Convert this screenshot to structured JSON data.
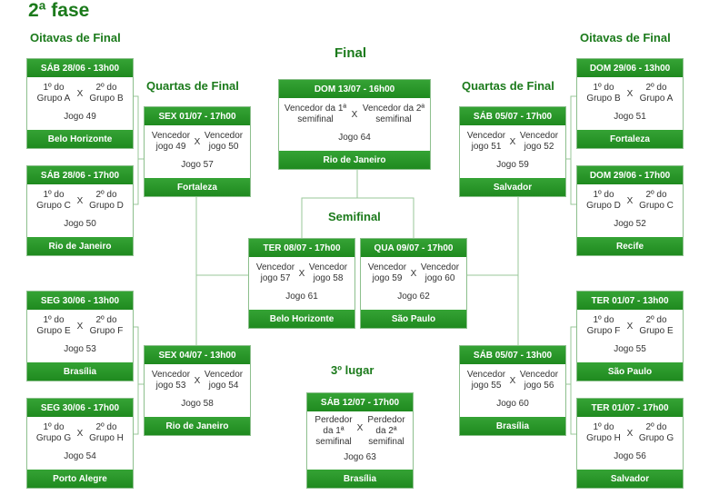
{
  "title": "2ª fase",
  "sections": {
    "oitavas_left": "Oitavas de Final",
    "oitavas_right": "Oitavas de Final",
    "quartas_left": "Quartas de Final",
    "quartas_right": "Quartas de Final",
    "final": "Final",
    "semifinal": "Semifinal",
    "terceiro": "3º lugar"
  },
  "matches": {
    "j49": {
      "date": "SÁB 28/06 - 13h00",
      "team_a": "1º do\nGrupo A",
      "vs": "X",
      "team_b": "2º do\nGrupo B",
      "game": "Jogo 49",
      "venue": "Belo Horizonte"
    },
    "j50": {
      "date": "SÁB 28/06 - 17h00",
      "team_a": "1º do\nGrupo C",
      "vs": "X",
      "team_b": "2º do\nGrupo D",
      "game": "Jogo 50",
      "venue": "Rio de Janeiro"
    },
    "j53": {
      "date": "SEG 30/06 - 13h00",
      "team_a": "1º do\nGrupo E",
      "vs": "X",
      "team_b": "2º do\nGrupo F",
      "game": "Jogo 53",
      "venue": "Brasília"
    },
    "j54": {
      "date": "SEG 30/06 - 17h00",
      "team_a": "1º do\nGrupo G",
      "vs": "X",
      "team_b": "2º do\nGrupo H",
      "game": "Jogo 54",
      "venue": "Porto Alegre"
    },
    "j51": {
      "date": "DOM 29/06 - 13h00",
      "team_a": "1º do\nGrupo B",
      "vs": "X",
      "team_b": "2º do\nGrupo A",
      "game": "Jogo 51",
      "venue": "Fortaleza"
    },
    "j52": {
      "date": "DOM 29/06 - 17h00",
      "team_a": "1º do\nGrupo D",
      "vs": "X",
      "team_b": "2º do\nGrupo C",
      "game": "Jogo 52",
      "venue": "Recife"
    },
    "j55": {
      "date": "TER 01/07 - 13h00",
      "team_a": "1º do\nGrupo F",
      "vs": "X",
      "team_b": "2º do\nGrupo E",
      "game": "Jogo 55",
      "venue": "São Paulo"
    },
    "j56": {
      "date": "TER 01/07 - 17h00",
      "team_a": "1º do\nGrupo H",
      "vs": "X",
      "team_b": "2º do\nGrupo G",
      "game": "Jogo 56",
      "venue": "Salvador"
    },
    "j57": {
      "date": "SEX 01/07 - 17h00",
      "team_a": "Vencedor\njogo 49",
      "vs": "X",
      "team_b": "Vencedor\njogo 50",
      "game": "Jogo 57",
      "venue": "Fortaleza"
    },
    "j58": {
      "date": "SEX 04/07 - 13h00",
      "team_a": "Vencedor\njogo 53",
      "vs": "X",
      "team_b": "Vencedor\njogo 54",
      "game": "Jogo 58",
      "venue": "Rio de Janeiro"
    },
    "j59": {
      "date": "SÁB 05/07 - 17h00",
      "team_a": "Vencedor\njogo 51",
      "vs": "X",
      "team_b": "Vencedor\njogo 52",
      "game": "Jogo 59",
      "venue": "Salvador"
    },
    "j60": {
      "date": "SÁB 05/07 - 13h00",
      "team_a": "Vencedor\njogo 55",
      "vs": "X",
      "team_b": "Vencedor\njogo 56",
      "game": "Jogo 60",
      "venue": "Brasília"
    },
    "j61": {
      "date": "TER 08/07 - 17h00",
      "team_a": "Vencedor\njogo 57",
      "vs": "X",
      "team_b": "Vencedor\njogo 58",
      "game": "Jogo 61",
      "venue": "Belo Horizonte"
    },
    "j62": {
      "date": "QUA 09/07 - 17h00",
      "team_a": "Vencedor\njogo 59",
      "vs": "X",
      "team_b": "Vencedor\njogo 60",
      "game": "Jogo 62",
      "venue": "São Paulo"
    },
    "j64": {
      "date": "DOM 13/07 - 16h00",
      "team_a": "Vencedor da 1ª\nsemifinal",
      "vs": "X",
      "team_b": "Vencedor da 2ª\nsemifinal",
      "game": "Jogo 64",
      "venue": "Rio de Janeiro"
    },
    "j63": {
      "date": "SÁB 12/07 - 17h00",
      "team_a": "Perdedor\nda 1ª\nsemifinal",
      "vs": "X",
      "team_b": "Perdedor\nda 2ª\nsemifinal",
      "game": "Jogo 63",
      "venue": "Brasília"
    }
  },
  "colors": {
    "accent": "#1b7a1b",
    "header": "#2a962a",
    "border": "#8cbf8c",
    "line": "#99c799"
  }
}
